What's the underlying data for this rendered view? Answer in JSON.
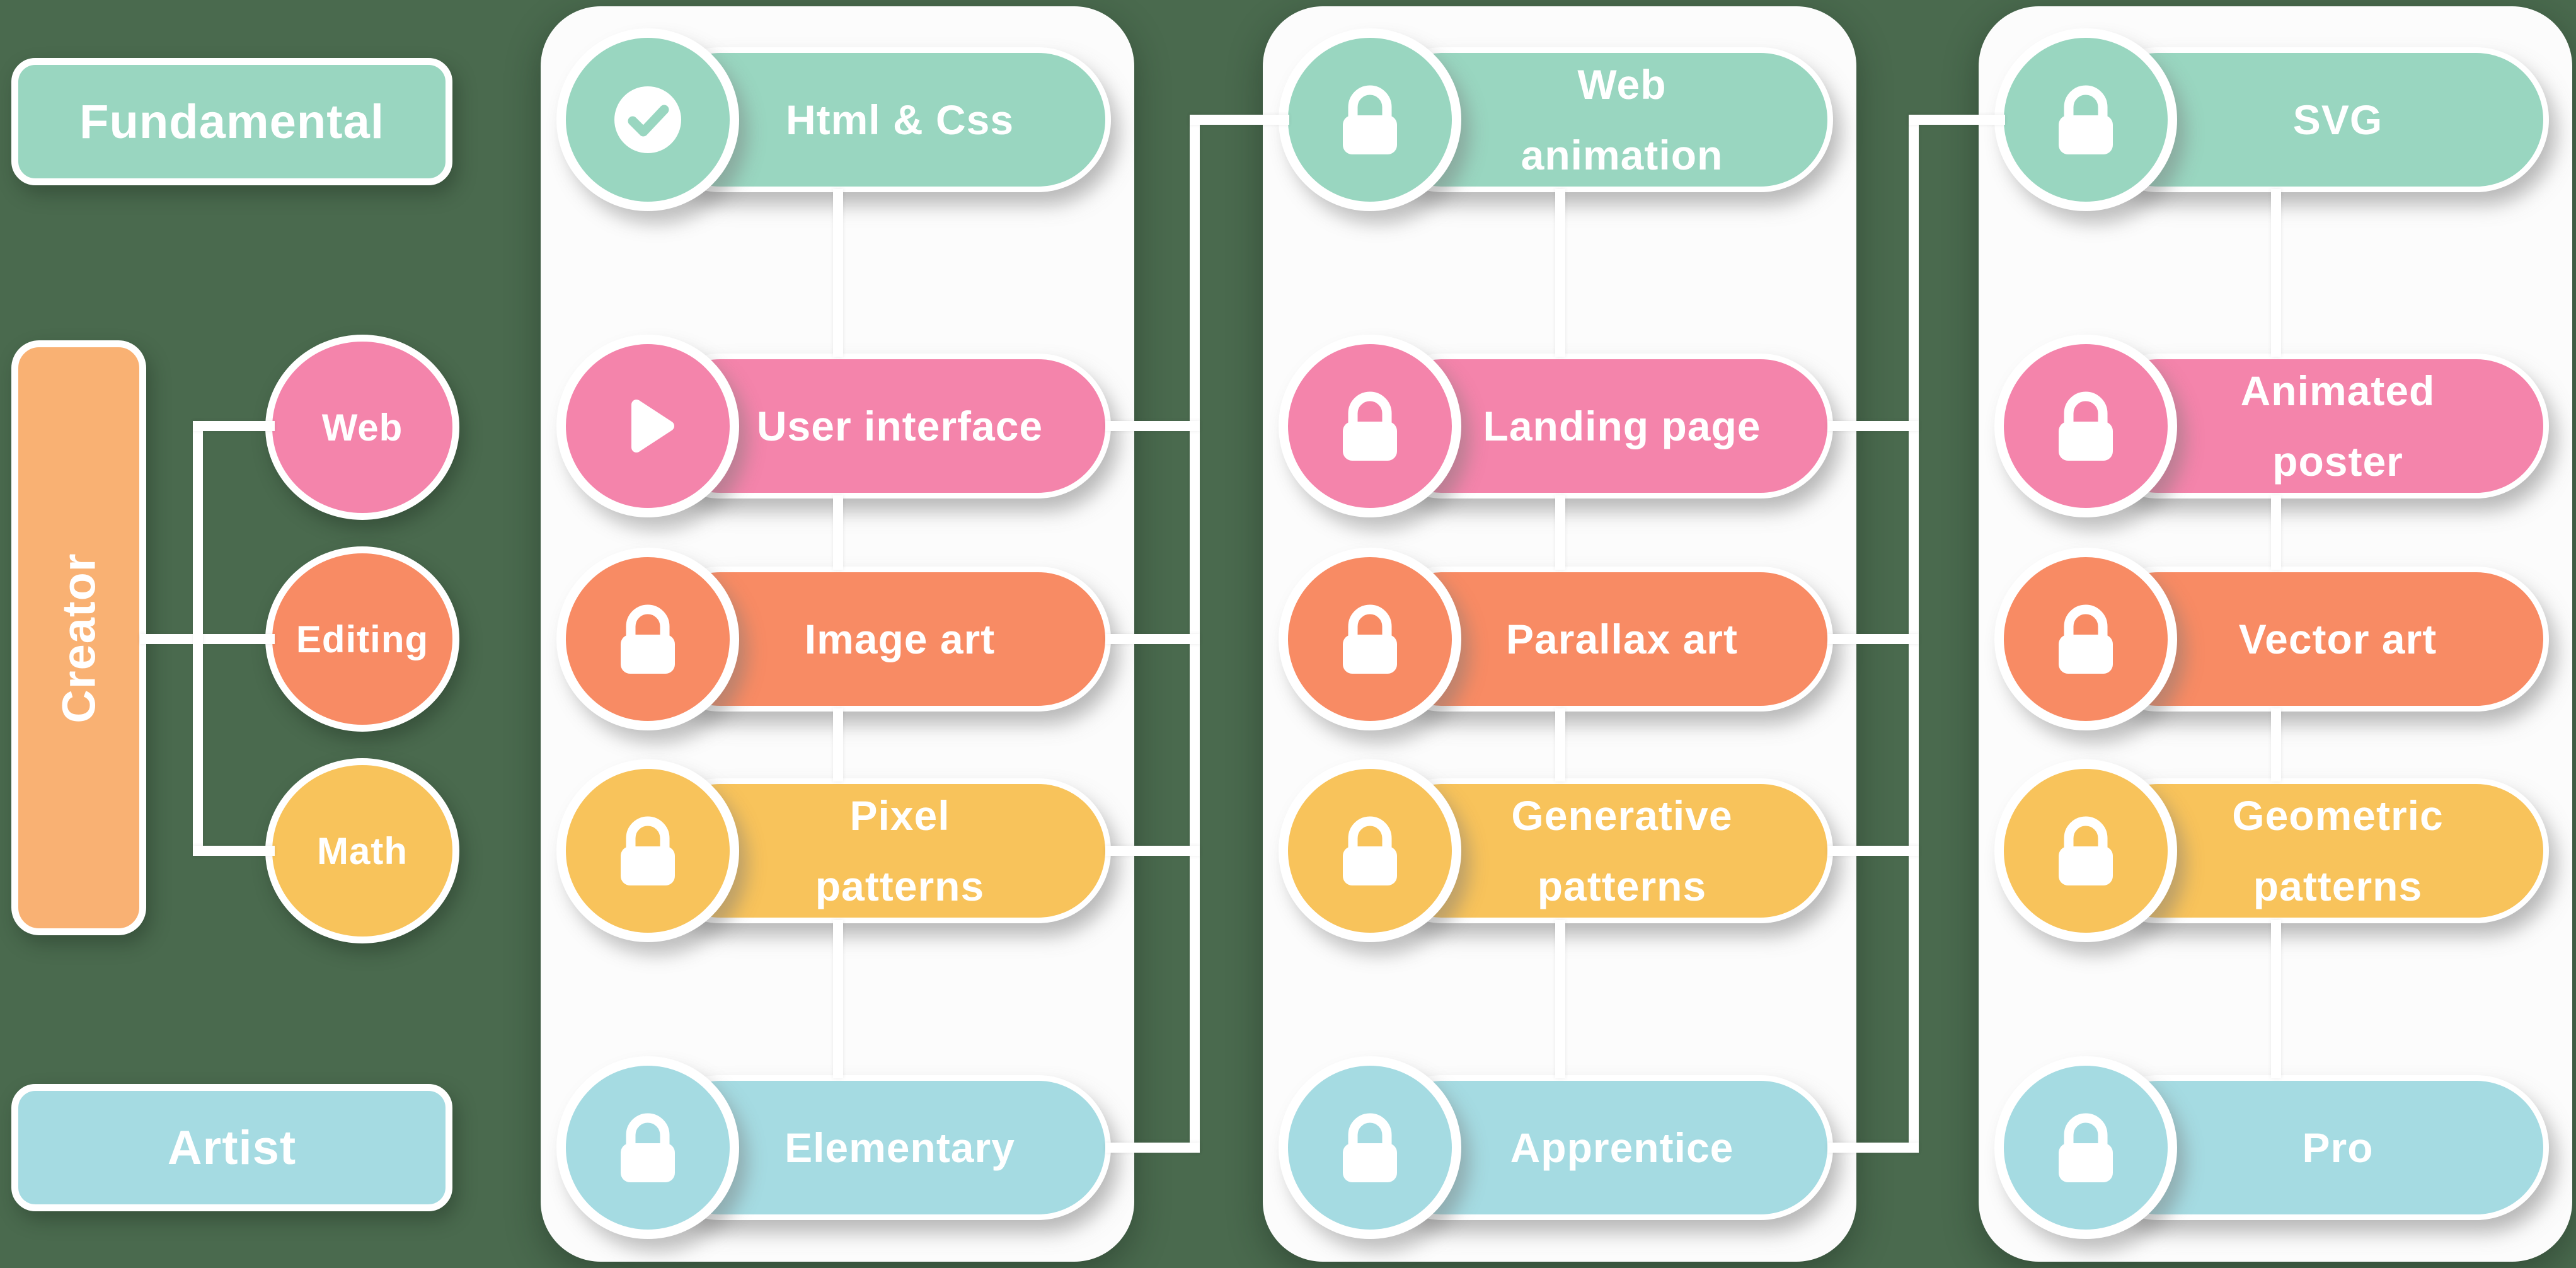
{
  "background_color": "#4A6A4E",
  "palette": {
    "teal": "#99D6C0",
    "pink": "#F484AB",
    "coral": "#F88B64",
    "yellow": "#F8C35B",
    "blue": "#A5DBE2",
    "creator_orange": "#F9B173",
    "card_background": "#FCFCFC",
    "connector_line": "#FFFFFF"
  },
  "left_panel": {
    "fundamental_label": "Fundamental",
    "creator_label": "Creator",
    "artist_label": "Artist",
    "branches": [
      {
        "label": "Web",
        "color": "#F484AB"
      },
      {
        "label": "Editing",
        "color": "#F88B64"
      },
      {
        "label": "Math",
        "color": "#F8C35B"
      }
    ]
  },
  "columns": [
    {
      "items": [
        {
          "label": "Html & Css",
          "icon": "check-icon",
          "color": "teal"
        },
        {
          "label": "User interface",
          "icon": "play-icon",
          "color": "pink"
        },
        {
          "label": "Image art",
          "icon": "lock-icon",
          "color": "coral"
        },
        {
          "label": "Pixel\npatterns",
          "icon": "lock-icon",
          "color": "yellow"
        },
        {
          "label": "Elementary",
          "icon": "lock-icon",
          "color": "blue"
        }
      ]
    },
    {
      "items": [
        {
          "label": "Web\nanimation",
          "icon": "lock-icon",
          "color": "teal"
        },
        {
          "label": "Landing page",
          "icon": "lock-icon",
          "color": "pink"
        },
        {
          "label": "Parallax art",
          "icon": "lock-icon",
          "color": "coral"
        },
        {
          "label": "Generative\npatterns",
          "icon": "lock-icon",
          "color": "yellow"
        },
        {
          "label": "Apprentice",
          "icon": "lock-icon",
          "color": "blue"
        }
      ]
    },
    {
      "items": [
        {
          "label": "SVG",
          "icon": "lock-icon",
          "color": "teal"
        },
        {
          "label": "Animated\nposter",
          "icon": "lock-icon",
          "color": "pink"
        },
        {
          "label": "Vector art",
          "icon": "lock-icon",
          "color": "coral"
        },
        {
          "label": "Geometric\npatterns",
          "icon": "lock-icon",
          "color": "yellow"
        },
        {
          "label": "Pro",
          "icon": "lock-icon",
          "color": "blue"
        }
      ]
    }
  ]
}
